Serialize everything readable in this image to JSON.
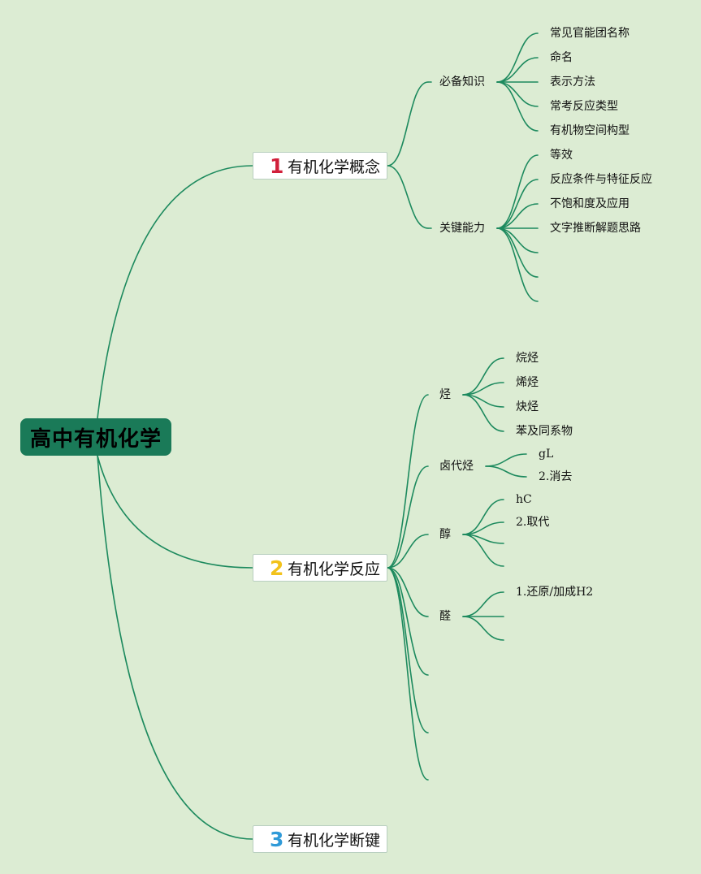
{
  "root": {
    "label": "高中有机化学"
  },
  "branches": [
    {
      "number": "1",
      "number_color": "#d11f3a",
      "label": "有机化学概念",
      "subs": [
        {
          "label": "必备知识",
          "leaves": [
            "常见官能团名称",
            "命名",
            "表示方法",
            "常考反应类型",
            "有机物空间构型"
          ]
        },
        {
          "label": "关键能力",
          "leaves": [
            "等效",
            "反应条件与特征反应",
            "不饱和度及应用",
            "文字推断解题思路",
            "",
            "",
            ""
          ]
        }
      ]
    },
    {
      "number": "2",
      "number_color": "#f2c21b",
      "label": "有机化学反应",
      "subs": [
        {
          "label": "烃",
          "leaves": [
            "烷烃",
            "烯烃",
            "炔烃",
            "苯及同系物"
          ]
        },
        {
          "label": "卤代烃",
          "leaves": [
            "gL",
            "2.消去"
          ]
        },
        {
          "label": "醇",
          "leaves": [
            "hC",
            "2.取代",
            "",
            ""
          ]
        },
        {
          "label": "醛",
          "leaves": [
            "1.还原/加成H2",
            "",
            ""
          ]
        },
        {
          "label": "",
          "leaves": []
        },
        {
          "label": "",
          "leaves": []
        },
        {
          "label": "",
          "leaves": []
        }
      ]
    },
    {
      "number": "3",
      "number_color": "#2f9ad8",
      "label": "有机化学断键",
      "subs": []
    }
  ],
  "colors": {
    "line": "#1d8a5e",
    "root_fill": "#1a7a58",
    "background": "#dcecd3"
  }
}
